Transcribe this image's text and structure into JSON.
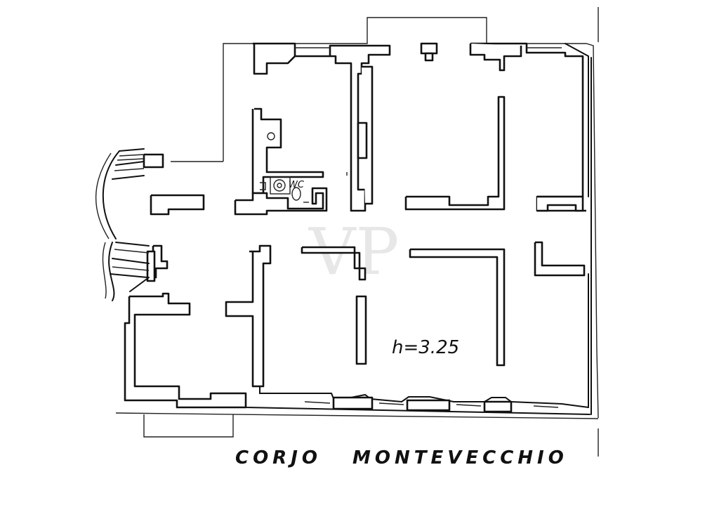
{
  "plan": {
    "height_label": "h=3.25",
    "wc_label": "WC",
    "street_left": "CORJO",
    "street_right": "MONTEVECCHIO",
    "watermark": "VP"
  }
}
